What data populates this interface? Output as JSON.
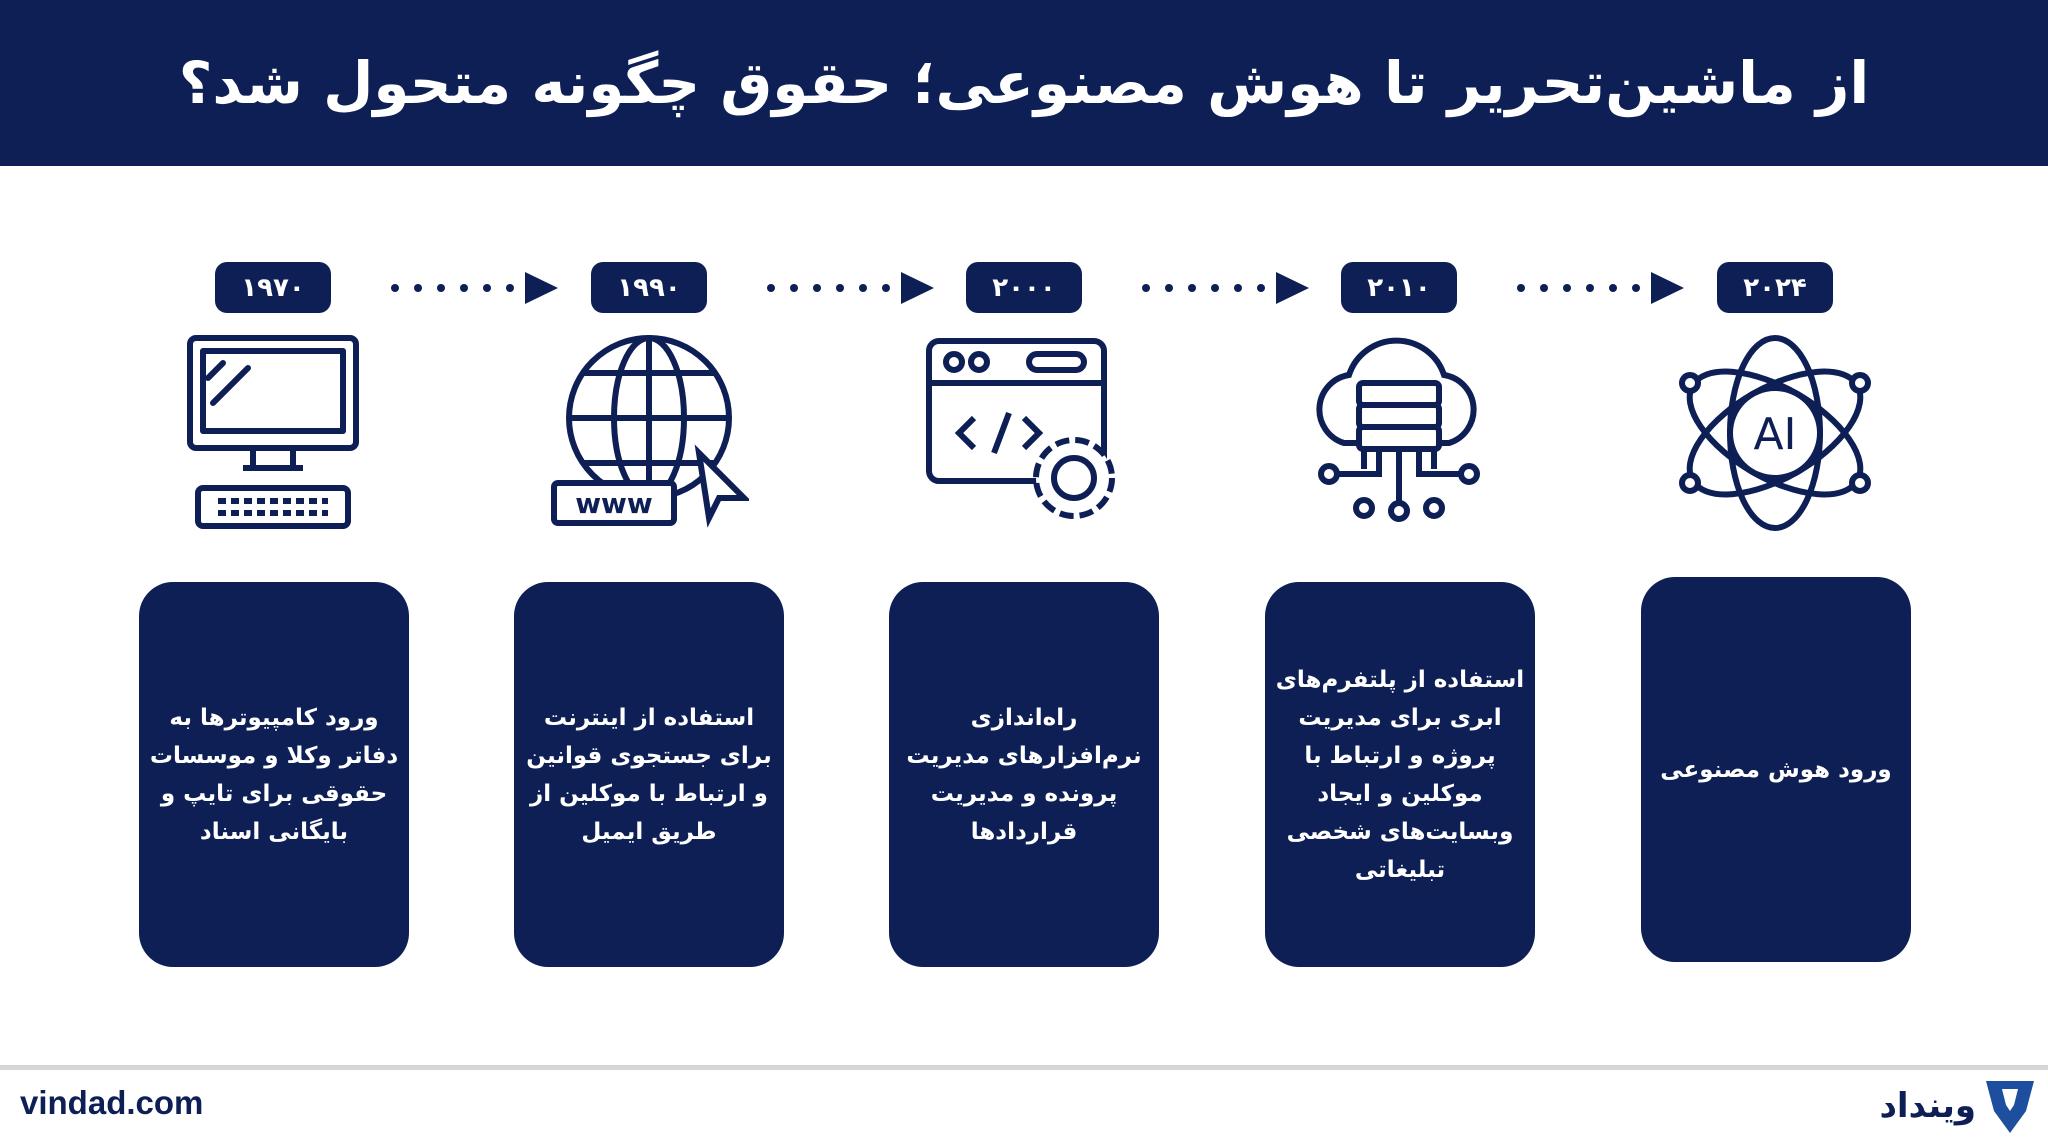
{
  "title": "از ماشین‌تحریر تا هوش مصنوعی؛ حقوق چگونه متحول شد؟",
  "steps": [
    {
      "year": "۱۹۷۰",
      "icon": "computer-icon",
      "text": "ورود کامپیوترها به دفاتر وکلا و موسسات حقوقی برای تایپ و بایگانی اسناد"
    },
    {
      "year": "۱۹۹۰",
      "icon": "globe-www-icon",
      "text": "استفاده از اینترنت برای جستجوی قوانین و ارتباط با موکلین از طریق ایمیل"
    },
    {
      "year": "۲۰۰۰",
      "icon": "software-settings-icon",
      "text": "راه‌اندازی نرم‌افزارهای مدیریت پرونده و مدیریت قراردادها"
    },
    {
      "year": "۲۰۱۰",
      "icon": "cloud-server-icon",
      "text": "استفاده از پلتفرم‌های ابری برای مدیریت پروژه و ارتباط با موکلین و ایجاد وبسایت‌های شخصی تبلیغاتی"
    },
    {
      "year": "۲۰۲۴",
      "icon": "ai-atom-icon",
      "text": "ورود هوش مصنوعی"
    }
  ],
  "footer": {
    "site": "vindad.com",
    "brand": "وینداد"
  },
  "colors": {
    "primary": "#0d1f55",
    "divider": "#d6d6d6"
  }
}
